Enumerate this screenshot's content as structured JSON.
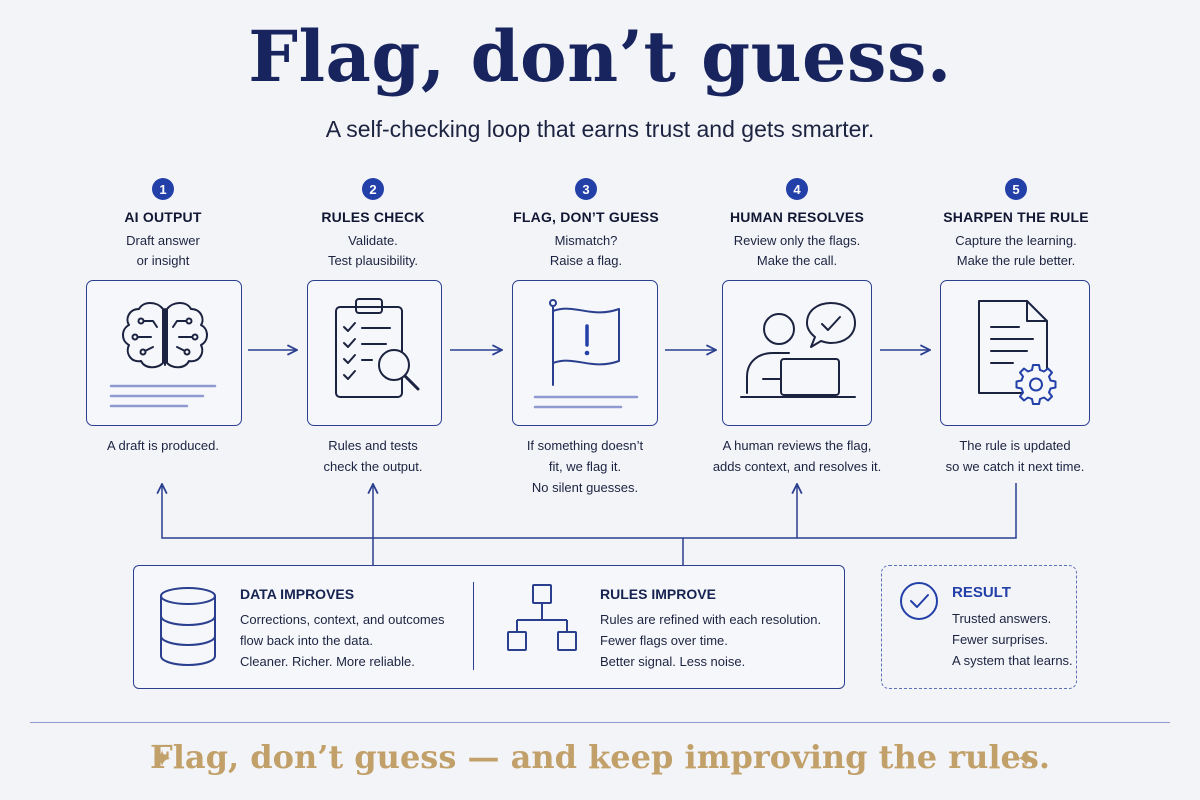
{
  "header": {
    "title": "Flag, don’t guess.",
    "subtitle": "A self-checking loop that earns trust and gets smarter."
  },
  "steps": [
    {
      "number": "1",
      "title": "AI OUTPUT",
      "sub1": "Draft answer",
      "sub2": "or insight",
      "desc1": "A draft is produced.",
      "desc2": "",
      "desc3": "",
      "icon": "brain-icon"
    },
    {
      "number": "2",
      "title": "RULES CHECK",
      "sub1": "Validate.",
      "sub2": "Test plausibility.",
      "desc1": "Rules and tests",
      "desc2": "check the output.",
      "desc3": "",
      "icon": "clipboard-magnifier-icon"
    },
    {
      "number": "3",
      "title": "FLAG, DON’T GUESS",
      "sub1": "Mismatch?",
      "sub2": "Raise a flag.",
      "desc1": "If something doesn’t",
      "desc2": "fit, we flag it.",
      "desc3": "No silent guesses.",
      "icon": "flag-icon"
    },
    {
      "number": "4",
      "title": "HUMAN RESOLVES",
      "sub1": "Review only the flags.",
      "sub2": "Make the call.",
      "desc1": "A human reviews the flag,",
      "desc2": "adds context, and resolves it.",
      "desc3": "",
      "icon": "person-laptop-icon"
    },
    {
      "number": "5",
      "title": "SHARPEN THE RULE",
      "sub1": "Capture the learning.",
      "sub2": "Make the rule better.",
      "desc1": "The rule is updated",
      "desc2": "so we catch it next time.",
      "desc3": "",
      "icon": "document-gear-icon"
    }
  ],
  "improvements": {
    "data": {
      "title": "DATA IMPROVES",
      "lines": [
        "Corrections, context, and outcomes",
        "flow back into the data.",
        "Cleaner. Richer. More reliable."
      ],
      "icon": "database-icon"
    },
    "rules": {
      "title": "RULES IMPROVE",
      "lines": [
        "Rules are refined with each resolution.",
        "Fewer flags over time.",
        "Better signal. Less noise."
      ],
      "icon": "hierarchy-icon"
    }
  },
  "result": {
    "title": "RESULT",
    "lines": [
      "Trusted answers.",
      "Fewer surprises.",
      "A system that learns."
    ],
    "icon": "check-circle-icon"
  },
  "footer": {
    "text": "Flag, don’t guess — and keep improving the rules."
  },
  "colors": {
    "navy": "#17245e",
    "accent_blue": "#2340a8",
    "line_blue": "#2b3f8f",
    "gold": "#c2a06a",
    "background": "#f3f4f8"
  }
}
